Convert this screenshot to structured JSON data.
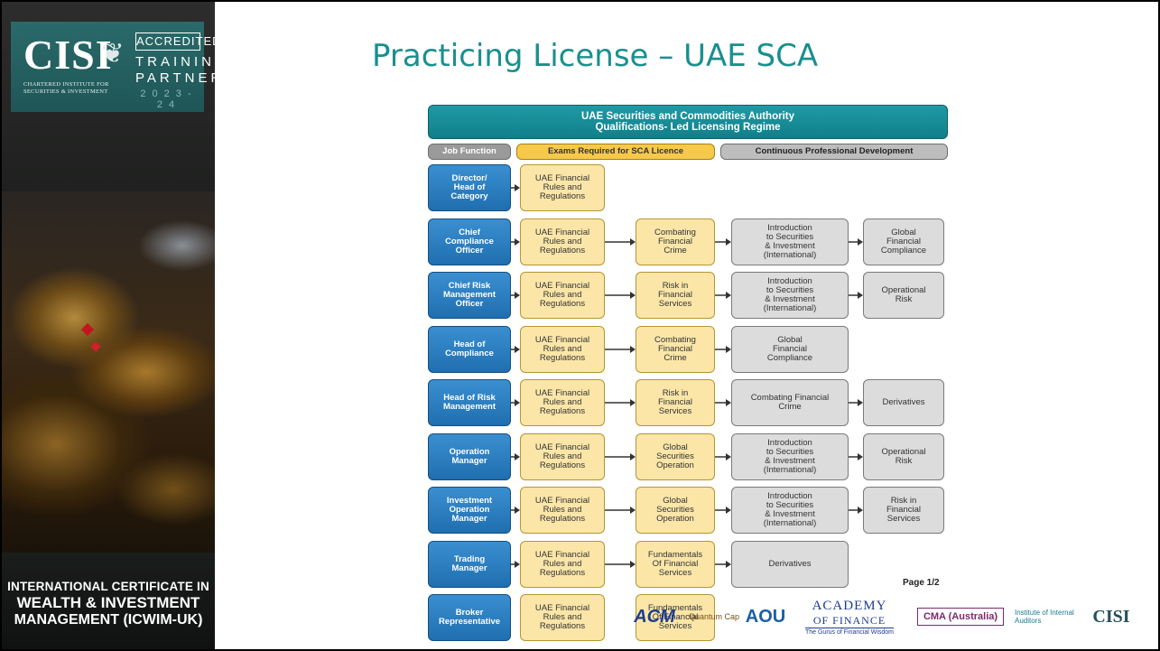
{
  "sidebar": {
    "logo": {
      "brand": "CISI",
      "institute": "CHARTERED INSTITUTE FOR SECURITIES & INVESTMENT",
      "accredited": "ACCREDITED",
      "training": "TRAINING",
      "partner": "PARTNER",
      "year": "2023-24"
    },
    "footer_line1": "INTERNATIONAL CERTIFICATE IN",
    "footer_line2": "WEALTH & INVESTMENT",
    "footer_line3": "MANAGEMENT (ICWIM-UK)"
  },
  "slide": {
    "title": "Practicing License – UAE SCA"
  },
  "chart": {
    "header": "UAE Securities and Commodities Authority\nQualifications- Led Licensing Regime",
    "col_job": "Job Function",
    "col_exam": "Exams Required for SCA Licence",
    "col_cpd": "Continuous Professional Development",
    "rows": [
      {
        "job": "Director/\nHead of\nCategory",
        "exam1": "UAE Financial\nRules and\nRegulations",
        "exam2": "",
        "cpd1": "",
        "cpd2": ""
      },
      {
        "job": "Chief\nCompliance\nOfficer",
        "exam1": "UAE Financial\nRules and\nRegulations",
        "exam2": "Combating\nFinancial\nCrime",
        "cpd1": "Introduction\nto Securities\n& Investment\n(International)",
        "cpd2": "Global\nFinancial\nCompliance"
      },
      {
        "job": "Chief Risk\nManagement\nOfficer",
        "exam1": "UAE Financial\nRules and\nRegulations",
        "exam2": "Risk in\nFinancial\nServices",
        "cpd1": "Introduction\nto Securities\n& Investment\n(International)",
        "cpd2": "Operational\nRisk"
      },
      {
        "job": "Head of\nCompliance",
        "exam1": "UAE Financial\nRules and\nRegulations",
        "exam2": "Combating\nFinancial\nCrime",
        "cpd1": "Global\nFinancial\nCompliance",
        "cpd2": ""
      },
      {
        "job": "Head of Risk\nManagement",
        "exam1": "UAE Financial\nRules and\nRegulations",
        "exam2": "Risk in\nFinancial\nServices",
        "cpd1": "Combating Financial\nCrime",
        "cpd2": "Derivatives"
      },
      {
        "job": "Operation\nManager",
        "exam1": "UAE Financial\nRules and\nRegulations",
        "exam2": "Global\nSecurities\nOperation",
        "cpd1": "Introduction\nto Securities\n& Investment\n(International)",
        "cpd2": "Operational\nRisk"
      },
      {
        "job": "Investment\nOperation\nManager",
        "exam1": "UAE Financial\nRules and\nRegulations",
        "exam2": "Global\nSecurities\nOperation",
        "cpd1": "Introduction\nto Securities\n& Investment\n(International)",
        "cpd2": "Risk in\nFinancial\nServices"
      },
      {
        "job": "Trading\nManager",
        "exam1": "UAE Financial\nRules and\nRegulations",
        "exam2": "Fundamentals\nOf Financial\nServices",
        "cpd1": "Derivatives",
        "cpd2": ""
      },
      {
        "job": "Broker\nRepresentative",
        "exam1": "UAE Financial\nRules and\nRegulations",
        "exam2": "Fundamentals\nOf Financial\nServices",
        "cpd1": "",
        "cpd2": ""
      }
    ],
    "page_label": "Page 1/2"
  },
  "partners": {
    "acm": "ACM",
    "quantum": "Quantum Cap",
    "aou": "AOU",
    "academy_name": "ACADEMY",
    "academy_sub": "OF FINANCE",
    "academy_tag": "The Gurus of Financial Wisdom",
    "cma": "CMA (Australia)",
    "iia": "Institute of Internal Auditors",
    "cisi": "CISI"
  }
}
